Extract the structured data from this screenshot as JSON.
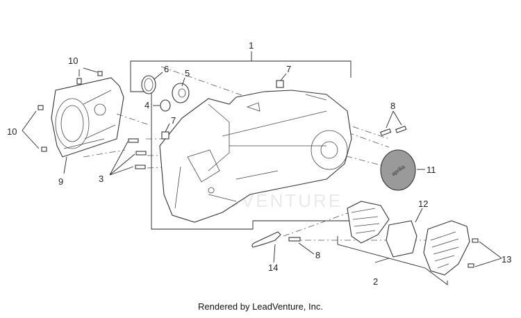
{
  "callouts": {
    "c1": "1",
    "c2": "2",
    "c3": "3",
    "c4": "4",
    "c5": "5",
    "c6": "6",
    "c7a": "7",
    "c7b": "7",
    "c8a": "8",
    "c8b": "8",
    "c9": "9",
    "c10a": "10",
    "c10b": "10",
    "c11": "11",
    "c12": "12",
    "c13": "13",
    "c14": "14"
  },
  "cover_logo": "aprilia",
  "watermark": "LEADVENTURE",
  "footer": "Rendered by LeadVenture, Inc."
}
